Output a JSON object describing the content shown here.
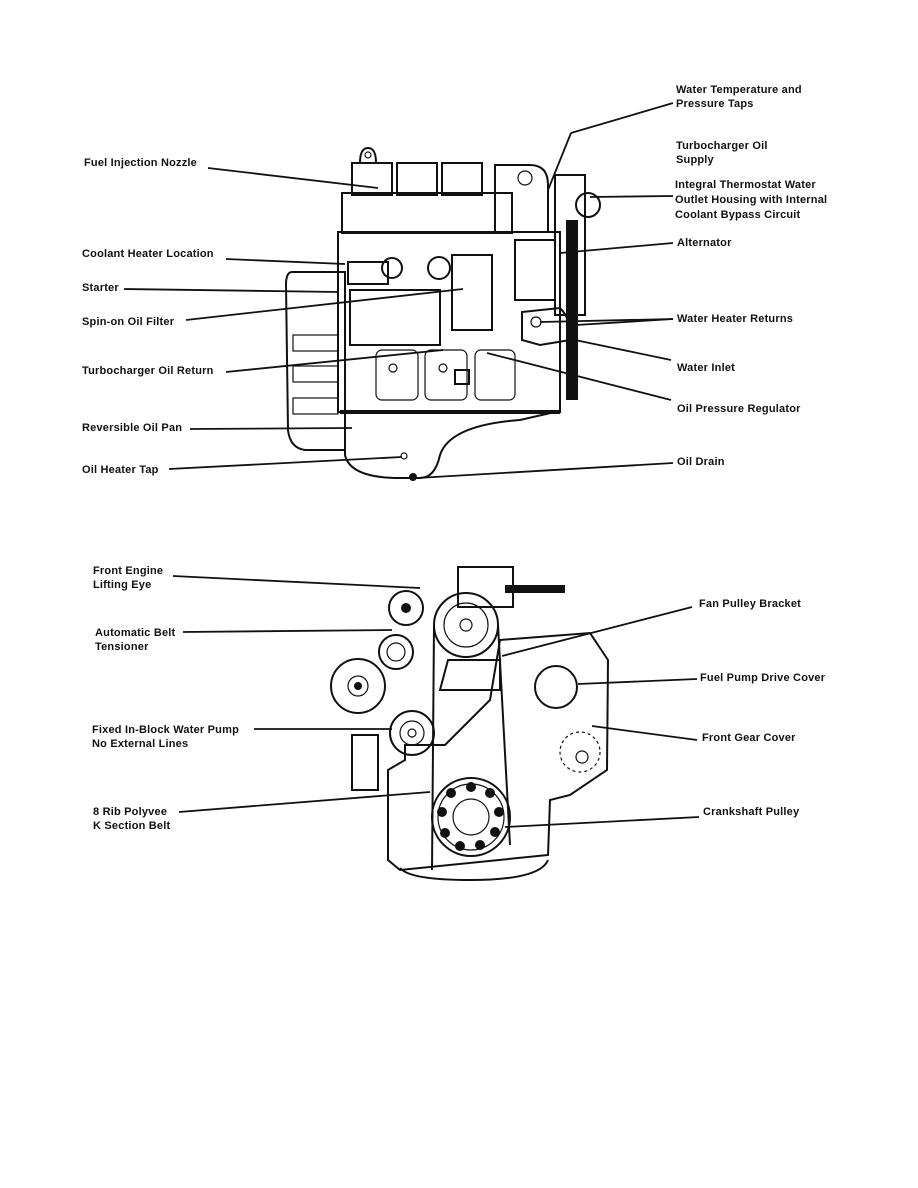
{
  "figures": [
    {
      "id": "side-view",
      "labels": [
        {
          "key": "fuel_injection_nozzle",
          "lines": [
            "Fuel Injection Nozzle"
          ]
        },
        {
          "key": "coolant_heater_location",
          "lines": [
            "Coolant Heater Location"
          ]
        },
        {
          "key": "starter",
          "lines": [
            "Starter"
          ]
        },
        {
          "key": "spin_on_oil_filter",
          "lines": [
            "Spin-on Oil Filter"
          ]
        },
        {
          "key": "turbocharger_oil_return",
          "lines": [
            "Turbocharger Oil Return"
          ]
        },
        {
          "key": "reversible_oil_pan",
          "lines": [
            "Reversible Oil Pan"
          ]
        },
        {
          "key": "oil_heater_tap",
          "lines": [
            "Oil Heater Tap"
          ]
        },
        {
          "key": "water_temperature_taps",
          "lines": [
            "Water Temperature and",
            "Pressure Taps"
          ]
        },
        {
          "key": "turbocharger_oil_supply",
          "lines": [
            "Turbocharger Oil",
            "Supply"
          ]
        },
        {
          "key": "integral_thermostat",
          "lines": [
            "Integral Thermostat Water",
            "Outlet Housing with Internal",
            "Coolant Bypass Circuit"
          ]
        },
        {
          "key": "alternator",
          "lines": [
            "Alternator"
          ]
        },
        {
          "key": "water_heater_returns",
          "lines": [
            "Water Heater Returns"
          ]
        },
        {
          "key": "water_inlet",
          "lines": [
            "Water Inlet"
          ]
        },
        {
          "key": "oil_pressure_regulator",
          "lines": [
            "Oil Pressure Regulator"
          ]
        },
        {
          "key": "oil_drain",
          "lines": [
            "Oil Drain"
          ]
        }
      ]
    },
    {
      "id": "front-view",
      "labels": [
        {
          "key": "front_engine_lifting_eye",
          "lines": [
            "Front Engine",
            "Lifting Eye"
          ]
        },
        {
          "key": "automatic_belt_tensioner",
          "lines": [
            "Automatic Belt",
            "Tensioner"
          ]
        },
        {
          "key": "fixed_water_pump",
          "lines": [
            "Fixed In-Block Water Pump",
            "No External Lines"
          ]
        },
        {
          "key": "polyvee_belt",
          "lines": [
            "8 Rib Polyvee",
            "K Section Belt"
          ]
        },
        {
          "key": "fan_pulley_bracket",
          "lines": [
            "Fan Pulley Bracket"
          ]
        },
        {
          "key": "fuel_pump_drive_cover",
          "lines": [
            "Fuel Pump Drive Cover"
          ]
        },
        {
          "key": "front_gear_cover",
          "lines": [
            "Front Gear Cover"
          ]
        },
        {
          "key": "crankshaft_pulley",
          "lines": [
            "Crankshaft Pulley"
          ]
        }
      ]
    }
  ]
}
